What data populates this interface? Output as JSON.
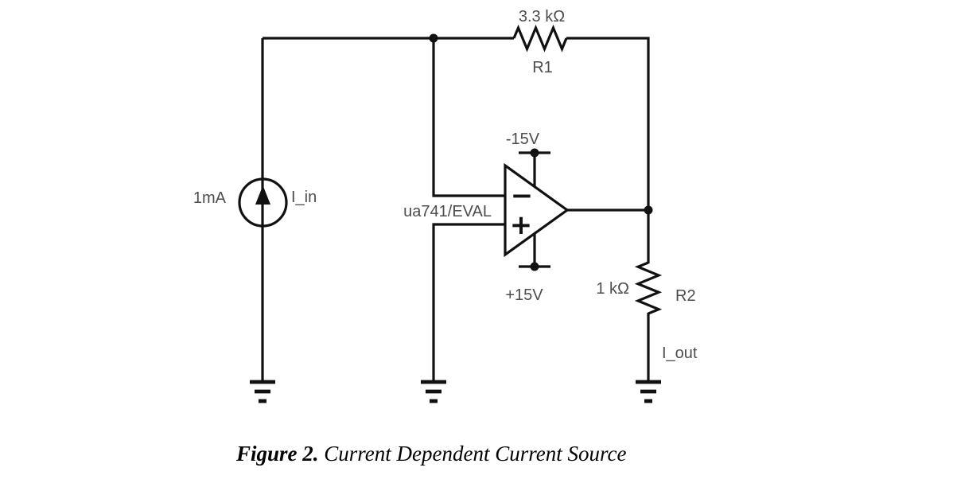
{
  "colors": {
    "background": "#ffffff",
    "wire": "#111111",
    "label": "#4d4d4d",
    "caption": "#000000"
  },
  "circuit": {
    "r1": {
      "value": "3.3 kΩ",
      "name": "R1"
    },
    "r2": {
      "value": "1 kΩ",
      "name": "R2"
    },
    "current_source": {
      "value": "1mA",
      "current_label": "I_in"
    },
    "output_current_label": "I_out",
    "opamp": {
      "part": "ua741/EVAL",
      "negative_supply": "-15V",
      "positive_supply": "+15V",
      "inverting_sign": "−",
      "noninverting_sign": "+"
    }
  },
  "caption": {
    "figure_label": "Figure 2.",
    "figure_title": " Current Dependent Current Source"
  }
}
